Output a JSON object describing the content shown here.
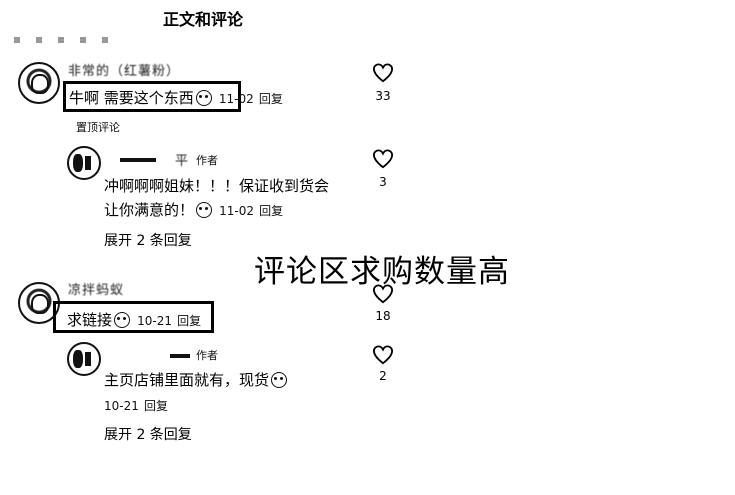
{
  "header": {
    "title": "正文和评论"
  },
  "comments": [
    {
      "user": "非常的（红薯粉）",
      "text": "牛啊 需要这个东西",
      "date": "11-02",
      "reply": "回复",
      "likes": "33",
      "pinned": "置顶评论"
    },
    {
      "user": "平",
      "author_tag": "作者",
      "text_line1": "冲啊啊啊姐妹！！！保证收到货会",
      "text_line2": "让你满意的！",
      "date": "11-02",
      "reply": "回复",
      "likes": "3",
      "expand": "展开 2 条回复"
    },
    {
      "user": "凉拌蚂蚁",
      "text": "求链接",
      "date": "10-21",
      "reply": "回复",
      "likes": "18"
    },
    {
      "author_tag": "作者",
      "text": "主页店铺里面就有，现货",
      "date": "10-21",
      "reply": "回复",
      "likes": "2",
      "expand": "展开 2 条回复"
    }
  ],
  "overlay_caption": "评论区求购数量高",
  "icons": {
    "like": "heart-outline-icon",
    "emoji": "sticker-emoji-icon",
    "avatar": "user-avatar"
  }
}
